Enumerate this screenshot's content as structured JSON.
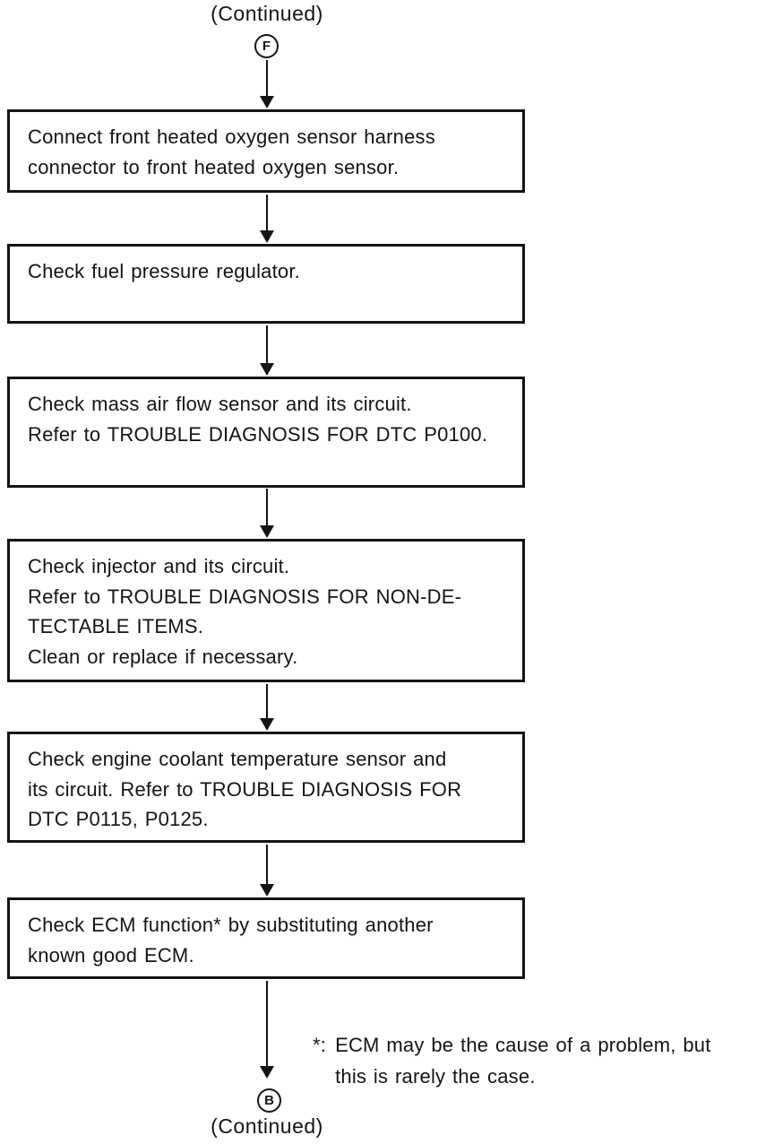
{
  "page": {
    "continued_top": "(Continued)",
    "continued_bottom": "(Continued)"
  },
  "connectors": {
    "top": "F",
    "bottom": "B"
  },
  "boxes": [
    {
      "lines": [
        "Connect front heated oxygen sensor harness",
        "connector to front heated oxygen sensor."
      ]
    },
    {
      "lines": [
        "Check fuel pressure regulator."
      ]
    },
    {
      "lines": [
        "Check mass air flow sensor and its circuit.",
        "Refer to TROUBLE DIAGNOSIS FOR DTC P0100."
      ]
    },
    {
      "lines": [
        "Check injector and its circuit.",
        "Refer to TROUBLE DIAGNOSIS FOR NON-DE-",
        "TECTABLE ITEMS.",
        "Clean or replace if necessary."
      ]
    },
    {
      "lines": [
        "Check engine coolant temperature sensor and",
        "its circuit. Refer to TROUBLE DIAGNOSIS FOR",
        "DTC P0115, P0125."
      ]
    },
    {
      "lines": [
        "Check ECM function* by substituting another",
        "known good ECM."
      ]
    }
  ],
  "footnote": {
    "marker": "*:",
    "lines": [
      "ECM may be the cause of a problem, but",
      "this is rarely the case."
    ]
  },
  "colors": {
    "ink": "#141414",
    "paper": "#ffffff"
  }
}
